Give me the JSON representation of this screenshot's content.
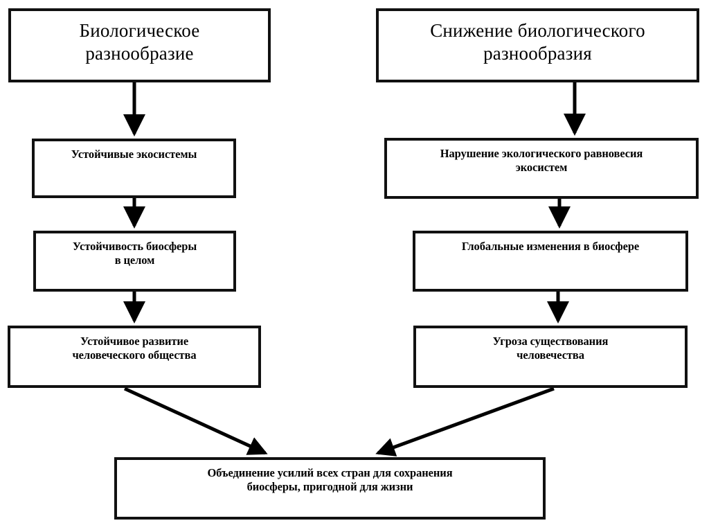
{
  "diagram": {
    "title_left": "Биологическое\nразнообразие",
    "title_right": "Снижение биологического\nразнообразия",
    "nodes": {
      "biodiversity": "Биологическое\nразнообразие",
      "decline": "Снижение биологического\nразнообразия",
      "stable_ecosystems": "Устойчивые экосистемы",
      "disturbance": "Нарушение экологического равновесия\nэкосистем",
      "biosphere_stability": "Устойчивость биосферы\nв целом",
      "global_changes": "Глобальные изменения в биосфере",
      "sustainable_development": "Устойчивое развитие\nчеловеческого общества",
      "threat": "Угроза существования\nчеловечества",
      "unification": "Объединение усилий всех стран для сохранения\nбиосферы, пригодной для жизни"
    },
    "colors": {
      "border": "#111111",
      "background": "#ffffff",
      "text": "#000000",
      "arrow": "#000000"
    },
    "edges": [
      {
        "name": "biodiversity-to-stable-ecosystems",
        "from": "biodiversity",
        "to": "stable_ecosystems",
        "kind": "vertical"
      },
      {
        "name": "stable-ecosystems-to-biosphere-stability",
        "from": "stable_ecosystems",
        "to": "biosphere_stability",
        "kind": "vertical"
      },
      {
        "name": "biosphere-stability-to-sustainable-development",
        "from": "biosphere_stability",
        "to": "sustainable_development",
        "kind": "vertical"
      },
      {
        "name": "decline-to-disturbance",
        "from": "decline",
        "to": "disturbance",
        "kind": "vertical"
      },
      {
        "name": "disturbance-to-global-changes",
        "from": "disturbance",
        "to": "global_changes",
        "kind": "vertical"
      },
      {
        "name": "global-changes-to-threat",
        "from": "global_changes",
        "to": "threat",
        "kind": "vertical"
      },
      {
        "name": "sustainable-development-to-unification",
        "from": "sustainable_development",
        "to": "unification",
        "kind": "diagonal"
      },
      {
        "name": "threat-to-unification",
        "from": "threat",
        "to": "unification",
        "kind": "diagonal"
      }
    ]
  }
}
